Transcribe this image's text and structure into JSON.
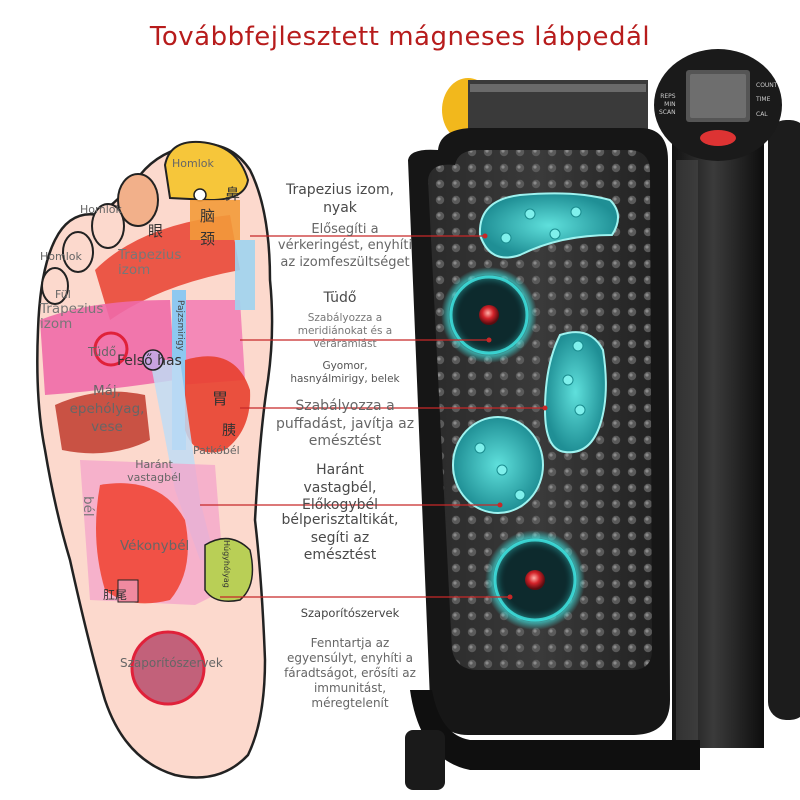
{
  "title": "Továbbfejlesztett mágneses lábpedál",
  "foot_zones": {
    "homlok_top": "Homlok",
    "homlok_2": "Homlok",
    "homlok_3": "Homlok",
    "ful": "Fül",
    "trapezius_left": "Trapezius izom",
    "trapezius_inner": "Trapezius izom",
    "tudo": "Tüdő",
    "felso_has": "Felső has",
    "maj": "Máj, epehólyag, vese",
    "pajzsmirigy": "Pajzsmirigy",
    "patkobel": "Patkóbél",
    "harant": "Haránt vastagbél",
    "vastag_vertical": "bél",
    "vekonybel": "Vékonybél",
    "hugyholyag": "Húgyhólyag",
    "szaporitoszervek_foot": "Szaporítószervek",
    "cn_brain": "脑",
    "cn_nose": "鼻",
    "cn_eye": "眼",
    "cn_neck": "颈",
    "cn_stomach": "胃",
    "cn_pancreas": "胰",
    "cn_rectum": "肛尾"
  },
  "callouts": {
    "c1_title": "Trapezius izom, nyak",
    "c1_desc": "Elősegíti a vérkeringést, enyhíti az izomfeszültséget",
    "c2_title": "Tüdő",
    "c2_desc": "Szabályozza a meridiánokat és a véráramlást",
    "c3_title": "Gyomor, hasnyálmirigy, belek",
    "c3_desc": "Szabályozza a puffadást, javítja az emésztést",
    "c4_title": "Haránt vastagbél, Előkogybél",
    "c4_desc": "bélperisztaltikát, segíti az emésztést",
    "c5_title": "Szaporítószervek",
    "c5_desc": "Fenntartja az egyensúlyt, enyhíti a fáradtságot, erősíti az immunitást, méregtelenít"
  },
  "device_panel": {
    "left_labels": [
      "REPS",
      "MIN",
      "SCAN"
    ],
    "right_labels": [
      "COUNT",
      "TIME",
      "CAL"
    ]
  },
  "colors": {
    "title_red": "#b71c1c",
    "callout_line": "#c62828",
    "massage_teal": "#37c6c4",
    "foot_skin": "#fbd9cf"
  }
}
